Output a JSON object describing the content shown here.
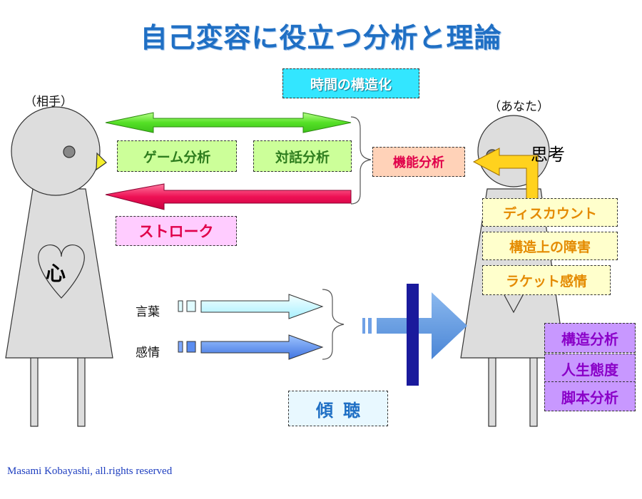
{
  "title": "自己変容に役立つ分析と理論",
  "left_person": {
    "label": "（相手）",
    "heart_text": "心"
  },
  "right_person": {
    "label": "（あなた）",
    "head_text": "思考"
  },
  "time_structuring": "時間の構造化",
  "game_analysis": "ゲーム分析",
  "dialogue_analysis": "対話分析",
  "function_analysis": "機能分析",
  "stroke": "ストローク",
  "thinking_items": [
    "ディスカウント",
    "構造上の障害",
    "ラケット感情"
  ],
  "analysis_items": [
    "構造分析",
    "人生態度",
    "脚本分析"
  ],
  "words_label": "言葉",
  "emotion_label": "感情",
  "listening": "傾聴",
  "footer": "Masami Kobayashi,  all.rights  reserved",
  "colors": {
    "title": "#1f6fc4",
    "green_arrow": "#66ee33",
    "pink_arrow": "#ee1155",
    "listening_arrow": "#5b9be0",
    "bar": "#1a1a9c"
  }
}
